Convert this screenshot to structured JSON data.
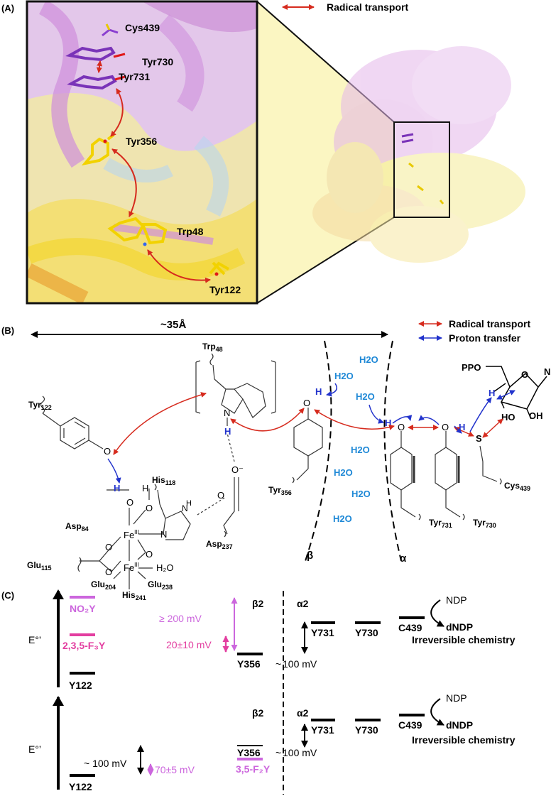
{
  "panelA": {
    "label": "(A)",
    "legend": "Radical transport",
    "residues": [
      "Cys439",
      "Tyr730",
      "Tyr731",
      "Tyr356",
      "Trp48",
      "Tyr122"
    ]
  },
  "panelB": {
    "label": "(B)",
    "distance": "~35Å",
    "legend_radical": "Radical transport",
    "legend_proton": "Proton transfer",
    "water": "H2O",
    "sugar": {
      "ppo": "PPO",
      "n": "N",
      "ho": "HO",
      "oh": "OH"
    },
    "labels": {
      "tyr122": "Tyr",
      "tyr122_sub": "122",
      "trp48": "Trp",
      "trp48_sub": "48",
      "his118": "His",
      "his118_sub": "118",
      "asp84": "Asp",
      "asp84_sub": "84",
      "glu115": "Glu",
      "glu115_sub": "115",
      "glu204": "Glu",
      "glu204_sub": "204",
      "glu238": "Glu",
      "glu238_sub": "238",
      "his241": "His",
      "his241_sub": "241",
      "asp237": "Asp",
      "asp237_sub": "237",
      "tyr356": "Tyr",
      "tyr356_sub": "356",
      "tyr731": "Tyr",
      "tyr731_sub": "731",
      "tyr730": "Tyr",
      "tyr730_sub": "730",
      "cys439": "Cys",
      "cys439_sub": "439",
      "fe": "Fe",
      "fe_ox": "III",
      "beta": "β",
      "alpha": "α"
    }
  },
  "panelC": {
    "label": "(C)",
    "eaxis": "E°’",
    "top": {
      "no2y": "NO₂Y",
      "f3y": "2,3,5-F₃Y",
      "y122": "Y122",
      "mv200": "≥ 200 mV",
      "mv20": "20±10 mV",
      "beta2": "β2",
      "alpha2": "α2",
      "y356": "Y356",
      "mv100": "100 mV",
      "y731": "Y731",
      "y730": "Y730",
      "c439": "C439",
      "ndp": "NDP",
      "dndp": "dNDP",
      "chem": "Irreversible chemistry"
    },
    "bottom": {
      "y122": "Y122",
      "mv100a": "~ 100 mV",
      "mv70": "70±5 mV",
      "beta2": "β2",
      "alpha2": "α2",
      "y356": "Y356",
      "f2y": "3,5-F₂Y",
      "mv100": "100 mV",
      "y731": "Y731",
      "y730": "Y730",
      "c439": "C439",
      "ndp": "NDP",
      "dndp": "dNDP",
      "chem": "Irreversible chemistry"
    }
  },
  "colors": {
    "radical": "#d62b1e",
    "proton": "#2233cc",
    "water": "#1e88d6",
    "magenta": "#e33ea0",
    "violet": "#cc66dd",
    "yellow_bg": "#fbf6c2"
  }
}
